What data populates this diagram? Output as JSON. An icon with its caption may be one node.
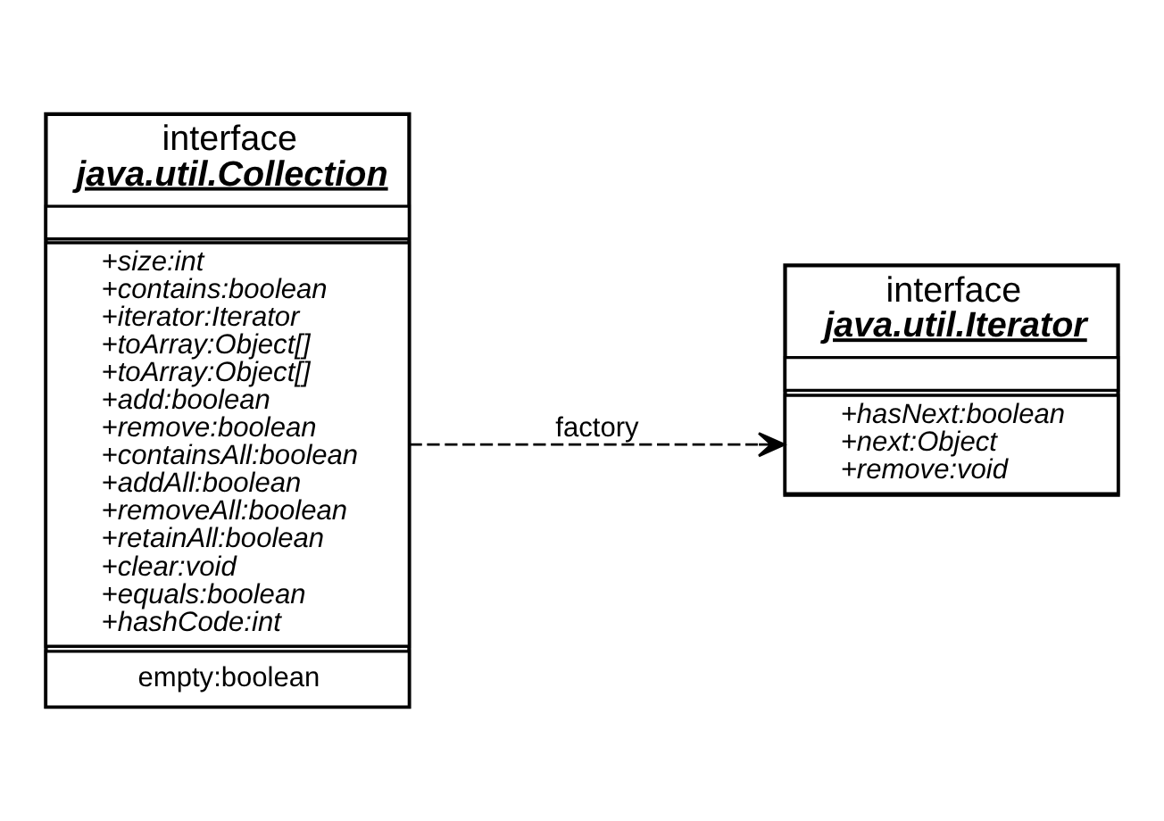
{
  "diagram": {
    "nodes": [
      {
        "text": [
          "interface",
          "java.util.Collection"
        ]
      },
      {
        "text": [],
        "shape": "box",
        "in": 0
      },
      {
        "text": [
          "+size:int",
          "+contains:boolean",
          "+iterator:Iterator",
          "+toArray:Object[]",
          "+toArray:Object[]",
          "+add:boolean",
          "+remove:boolean",
          "+containsAll:boolean",
          "+addAll:boolean",
          "+removeAll:boolean",
          "+retainAll:boolean",
          "+clear:void",
          "+equals:boolean",
          "+hashCode:int"
        ],
        "in": 0
      },
      {
        "text": [
          "empty:boolean"
        ],
        "in": 0
      },
      {
        "text": [
          "interface",
          "java.util.Iterator"
        ]
      },
      {
        "text": [],
        "shape": "box",
        "in": 4
      },
      {
        "text": [
          "+hasNext:boolean",
          "+next:Object",
          "+remove:void"
        ],
        "in": 4
      }
    ],
    "edges": [
      {
        "from": 0,
        "to": 4,
        "arrow": "to",
        "label": "factory",
        "style": "dashed"
      }
    ]
  }
}
